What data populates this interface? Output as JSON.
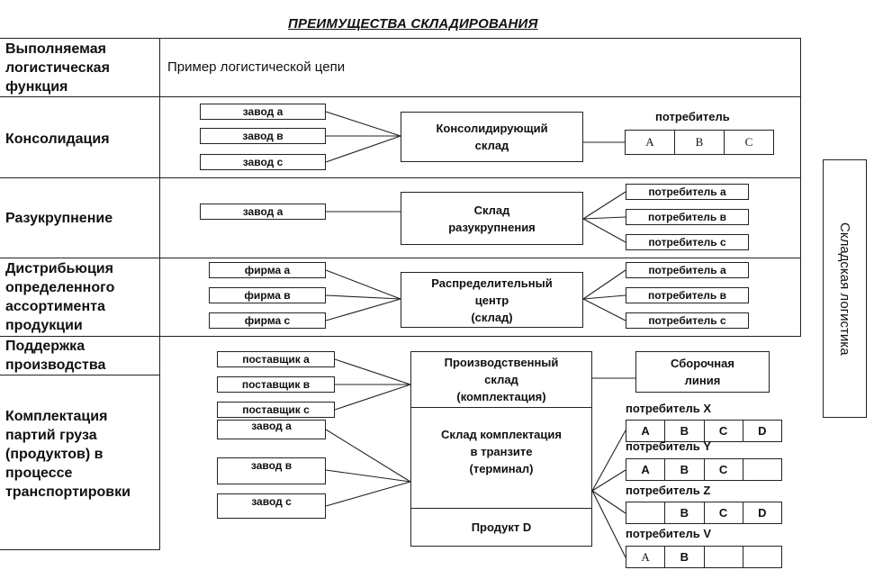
{
  "title": "ПРЕИМУЩЕСТВА СКЛАДИРОВАНИЯ",
  "header": {
    "function_col": [
      "Выполняемая",
      "логистическая",
      "функция"
    ],
    "example_col": "Пример логистической цепи"
  },
  "side_label": "Складская логистика",
  "rows": {
    "consolidation": {
      "label": [
        "Консолидация"
      ],
      "sources": [
        "завод а",
        "завод в",
        "завод с"
      ],
      "center": [
        "Консолидирующий",
        "склад"
      ],
      "consumer_title": "потребитель",
      "consumer_cells": [
        "A",
        "B",
        "C"
      ]
    },
    "breakbulk": {
      "label": [
        "Разукрупнение"
      ],
      "source": "завод а",
      "center": [
        "Склад",
        "разукрупнения"
      ],
      "consumers": [
        "потребитель а",
        "потребитель в",
        "потребитель с"
      ]
    },
    "distribution": {
      "label": [
        "Дистрибьюция",
        "определенного",
        "ассортимента",
        "продукции"
      ],
      "sources": [
        "фирма а",
        "фирма в",
        "фирма с"
      ],
      "center": [
        "Распределительный",
        "центр",
        "(склад)"
      ],
      "consumers": [
        "потребитель а",
        "потребитель в",
        "потребитель с"
      ]
    },
    "production": {
      "label": [
        "Поддержка",
        "производства"
      ],
      "sources": [
        "поставщик а",
        "поставщик в",
        "поставщик с"
      ],
      "center": [
        "Производственный",
        "склад",
        "(комплектация)"
      ],
      "target": [
        "Сборочная",
        "линия"
      ]
    },
    "transit": {
      "label": [
        "Комплектация",
        "партий груза",
        "(продуктов) в",
        "процессе",
        "транспортировки"
      ],
      "sources": [
        "завод а",
        "завод в",
        "завод с"
      ],
      "center": [
        "Склад комплектация",
        "в транзите",
        "(терминал)"
      ],
      "product": "Продукт D",
      "consumers": [
        {
          "name": "потребитель X",
          "cells": [
            "A",
            "B",
            "C",
            "D"
          ]
        },
        {
          "name": "потребитель Y",
          "cells": [
            "A",
            "B",
            "C",
            ""
          ]
        },
        {
          "name": "потребитель Z",
          "cells": [
            "",
            "B",
            "C",
            "D"
          ]
        },
        {
          "name": "потребитель V",
          "cells": [
            "A",
            "B",
            "",
            ""
          ]
        }
      ]
    }
  }
}
